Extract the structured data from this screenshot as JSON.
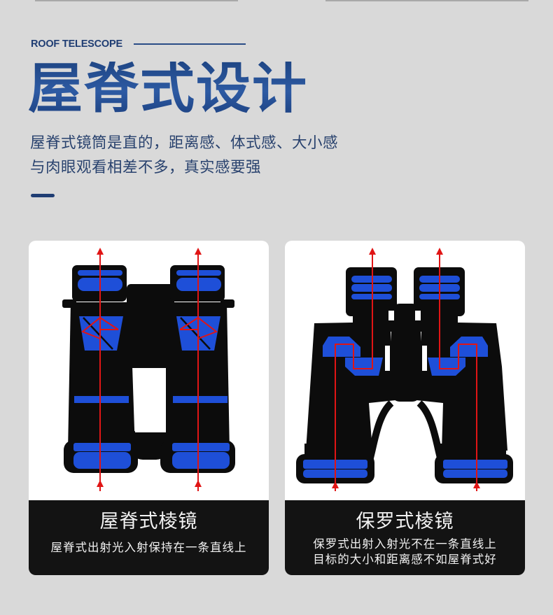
{
  "header": {
    "tagline": "ROOF TELESCOPE",
    "title": "屋脊式设计",
    "description_lines": [
      "屋脊式镜筒是直的，距离感、体式感、大小感",
      "与肉眼观看相差不多，真实感要强"
    ]
  },
  "colors": {
    "background": "#d9d9d9",
    "title_blue": "#244c8f",
    "text_blue": "#29426e",
    "lens_blue": "#1e4fd8",
    "body_black": "#0c0c0c",
    "light_path_red": "#e01515",
    "caption_bg": "#131313"
  },
  "cards": [
    {
      "illustration": "roof-prism-binoculars",
      "title": "屋脊式棱镜",
      "text_lines": [
        "屋脊式出射光入射保持在一条直线上"
      ]
    },
    {
      "illustration": "porro-prism-binoculars",
      "title": "保罗式棱镜",
      "text_lines": [
        "保罗式出射入射光不在一条直线上",
        "目标的大小和距离感不如屋脊式好"
      ]
    }
  ]
}
